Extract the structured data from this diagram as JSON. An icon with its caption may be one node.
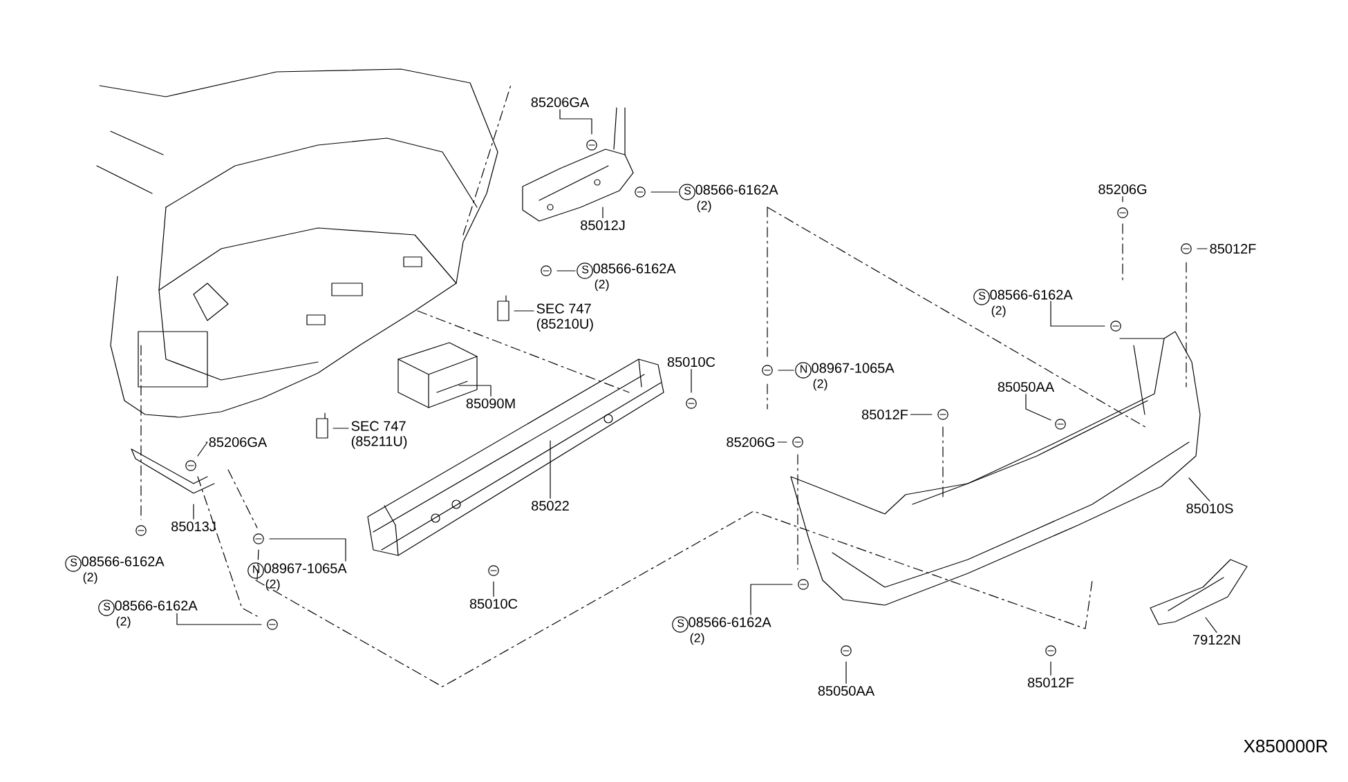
{
  "diagram": {
    "nodes": [
      {
        "text": [
          "85206GA"
        ]
      },
      {
        "text": [
          "S",
          "08566-6162A",
          "(2)"
        ]
      },
      {
        "text": [
          "85012J"
        ]
      },
      {
        "text": [
          "S",
          "08566-6162A",
          "(2)"
        ]
      },
      {
        "text": [
          "SEC 747",
          "(85210U)"
        ]
      },
      {
        "text": [
          "85010C"
        ]
      },
      {
        "text": [
          "85090M"
        ]
      },
      {
        "text": [
          "SEC 747",
          "(85211U)"
        ]
      },
      {
        "text": [
          "85206GA"
        ]
      },
      {
        "text": [
          "85022"
        ]
      },
      {
        "text": [
          "85013J"
        ]
      },
      {
        "text": [
          "N",
          "08967-1065A",
          "(2)"
        ]
      },
      {
        "text": [
          "85010C"
        ]
      },
      {
        "text": [
          "S",
          "08566-6162A",
          "(2)"
        ]
      },
      {
        "text": [
          "S",
          "08566-6162A",
          "(2)"
        ]
      },
      {
        "text": [
          "85206G"
        ]
      },
      {
        "text": [
          "85012F"
        ]
      },
      {
        "text": [
          "S",
          "08566-6162A",
          "(2)"
        ]
      },
      {
        "text": [
          "N",
          "08967-1065A",
          "(2)"
        ]
      },
      {
        "text": [
          "85050AA"
        ]
      },
      {
        "text": [
          "85012F"
        ]
      },
      {
        "text": [
          "85206G"
        ]
      },
      {
        "text": [
          "85010S"
        ]
      },
      {
        "text": [
          "S",
          "08566-6162A",
          "(2)"
        ]
      },
      {
        "text": [
          "85050AA"
        ]
      },
      {
        "text": [
          "85012F"
        ]
      },
      {
        "text": [
          "79122N"
        ]
      }
    ],
    "edges": [
      {
        "from": 0,
        "to": null,
        "arrow": "none"
      },
      {
        "from": 1,
        "to": null,
        "arrow": "none"
      },
      {
        "from": 2,
        "to": null,
        "arrow": "none"
      },
      {
        "from": 3,
        "to": null,
        "arrow": "none"
      },
      {
        "from": 4,
        "to": null,
        "arrow": "none"
      },
      {
        "from": 5,
        "to": null,
        "arrow": "none"
      },
      {
        "from": 6,
        "to": null,
        "arrow": "none"
      },
      {
        "from": 7,
        "to": null,
        "arrow": "none"
      },
      {
        "from": 8,
        "to": null,
        "arrow": "none"
      },
      {
        "from": 9,
        "to": null,
        "arrow": "none"
      },
      {
        "from": 10,
        "to": null,
        "arrow": "none"
      },
      {
        "from": 11,
        "to": null,
        "arrow": "none"
      },
      {
        "from": 12,
        "to": null,
        "arrow": "none"
      },
      {
        "from": 14,
        "to": null,
        "arrow": "none"
      },
      {
        "from": 15,
        "to": null,
        "arrow": "none"
      },
      {
        "from": 16,
        "to": null,
        "arrow": "none"
      },
      {
        "from": 17,
        "to": null,
        "arrow": "none"
      },
      {
        "from": 18,
        "to": null,
        "arrow": "none"
      },
      {
        "from": 19,
        "to": null,
        "arrow": "none"
      },
      {
        "from": 20,
        "to": null,
        "arrow": "none"
      },
      {
        "from": 21,
        "to": null,
        "arrow": "none"
      },
      {
        "from": 22,
        "to": null,
        "arrow": "none"
      },
      {
        "from": 23,
        "to": null,
        "arrow": "none"
      },
      {
        "from": 24,
        "to": null,
        "arrow": "none"
      },
      {
        "from": 25,
        "to": null,
        "arrow": "none"
      },
      {
        "from": 26,
        "to": null,
        "arrow": "none"
      }
    ],
    "labels": [
      "X850000R"
    ]
  }
}
